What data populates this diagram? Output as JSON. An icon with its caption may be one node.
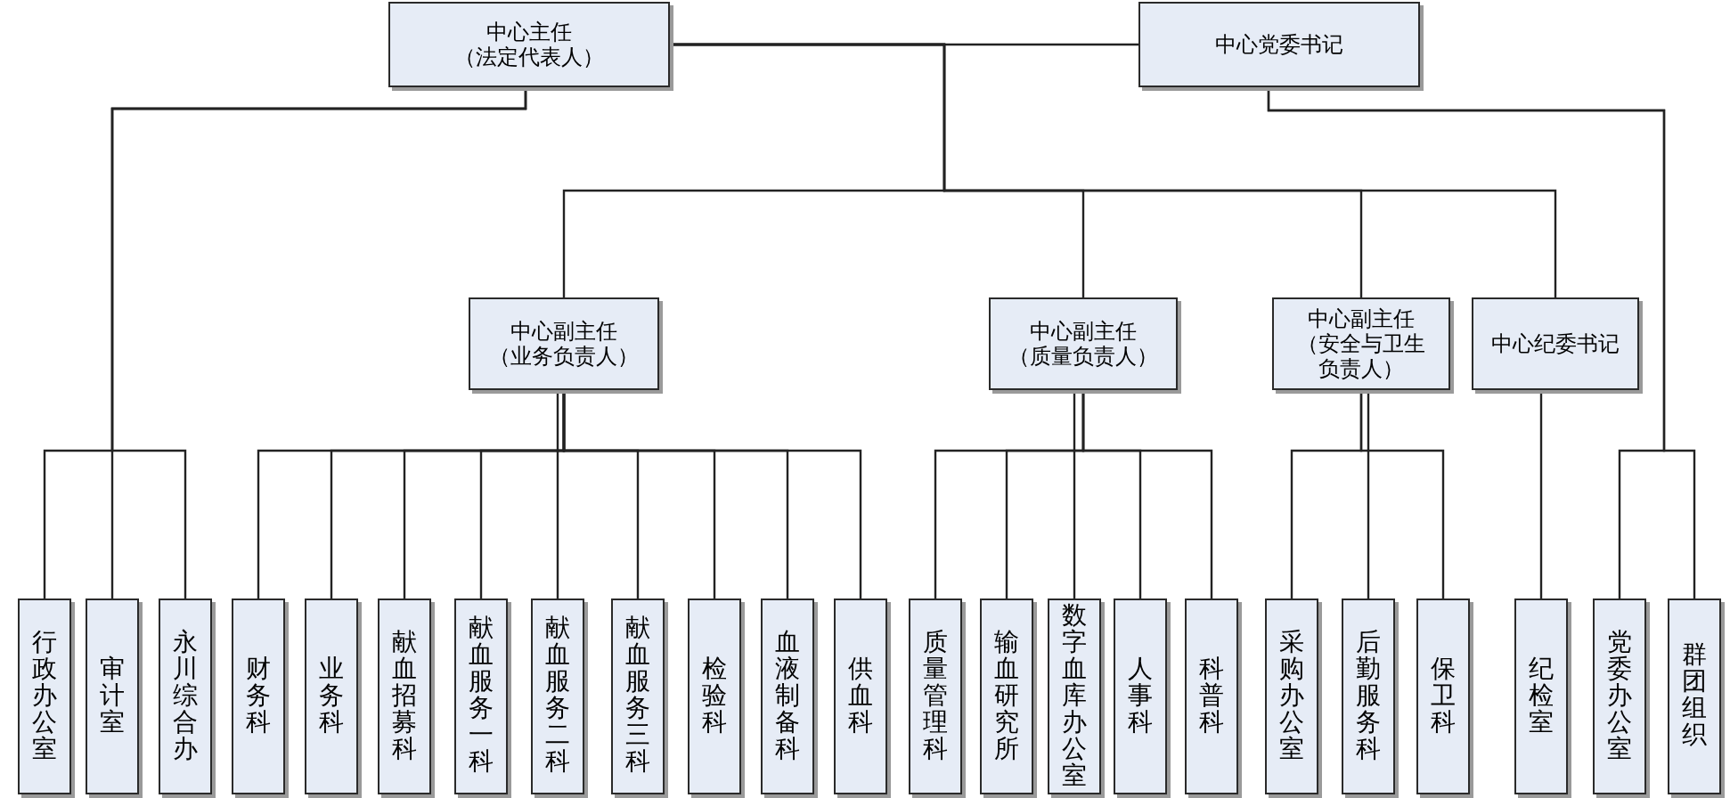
{
  "diagram": {
    "nodes": [
      {
        "text": [
          "中心主任（法定代表人）"
        ]
      },
      {
        "text": [
          "中心党委书记"
        ]
      },
      {
        "text": [
          "中心副主任（业务负责人）"
        ]
      },
      {
        "text": [
          "中心副主任（质量负责人）"
        ]
      },
      {
        "text": [
          "中心副主任（安全与卫生负责人）"
        ]
      },
      {
        "text": [
          "中心纪委书记"
        ]
      },
      {
        "text": [
          "行政办公室"
        ]
      },
      {
        "text": [
          "审计室"
        ]
      },
      {
        "text": [
          "永川综合办"
        ]
      },
      {
        "text": [
          "财务科"
        ]
      },
      {
        "text": [
          "业务科"
        ]
      },
      {
        "text": [
          "献血招募科"
        ]
      },
      {
        "text": [
          "献血服务一科"
        ]
      },
      {
        "text": [
          "献血服务二科"
        ]
      },
      {
        "text": [
          "献血服务三科"
        ]
      },
      {
        "text": [
          "检验科"
        ]
      },
      {
        "text": [
          "血液制备科"
        ]
      },
      {
        "text": [
          "供血科"
        ]
      },
      {
        "text": [
          "质量管理科"
        ]
      },
      {
        "text": [
          "输血研究所"
        ]
      },
      {
        "text": [
          "数字血库办公室"
        ]
      },
      {
        "text": [
          "人事科"
        ]
      },
      {
        "text": [
          "科普科"
        ]
      },
      {
        "text": [
          "采购办公室"
        ]
      },
      {
        "text": [
          "后勤服务科"
        ]
      },
      {
        "text": [
          "保卫科"
        ]
      },
      {
        "text": [
          "纪检室"
        ]
      },
      {
        "text": [
          "党委办公室"
        ]
      },
      {
        "text": [
          "群团组织"
        ]
      }
    ],
    "edges": [
      {
        "from": 0,
        "to": 1,
        "arrow": "none"
      },
      {
        "from": 0,
        "to": 2,
        "arrow": "none"
      },
      {
        "from": 0,
        "to": 3,
        "arrow": "none"
      },
      {
        "from": 0,
        "to": 4,
        "arrow": "none"
      },
      {
        "from": 0,
        "to": 5,
        "arrow": "none"
      },
      {
        "from": 0,
        "to": 6,
        "arrow": "none"
      },
      {
        "from": 0,
        "to": 7,
        "arrow": "none"
      },
      {
        "from": 0,
        "to": 8,
        "arrow": "none"
      },
      {
        "from": 2,
        "to": 9,
        "arrow": "none"
      },
      {
        "from": 2,
        "to": 10,
        "arrow": "none"
      },
      {
        "from": 2,
        "to": 11,
        "arrow": "none"
      },
      {
        "from": 2,
        "to": 12,
        "arrow": "none"
      },
      {
        "from": 2,
        "to": 13,
        "arrow": "none"
      },
      {
        "from": 2,
        "to": 14,
        "arrow": "none"
      },
      {
        "from": 2,
        "to": 15,
        "arrow": "none"
      },
      {
        "from": 2,
        "to": 16,
        "arrow": "none"
      },
      {
        "from": 2,
        "to": 17,
        "arrow": "none"
      },
      {
        "from": 3,
        "to": 18,
        "arrow": "none"
      },
      {
        "from": 3,
        "to": 19,
        "arrow": "none"
      },
      {
        "from": 3,
        "to": 20,
        "arrow": "none"
      },
      {
        "from": 3,
        "to": 21,
        "arrow": "none"
      },
      {
        "from": 3,
        "to": 22,
        "arrow": "none"
      },
      {
        "from": 4,
        "to": 23,
        "arrow": "none"
      },
      {
        "from": 4,
        "to": 24,
        "arrow": "none"
      },
      {
        "from": 4,
        "to": 25,
        "arrow": "none"
      },
      {
        "from": 5,
        "to": 26,
        "arrow": "none"
      },
      {
        "from": 1,
        "to": 27,
        "arrow": "none"
      },
      {
        "from": 1,
        "to": 28,
        "arrow": "none"
      }
    ]
  }
}
